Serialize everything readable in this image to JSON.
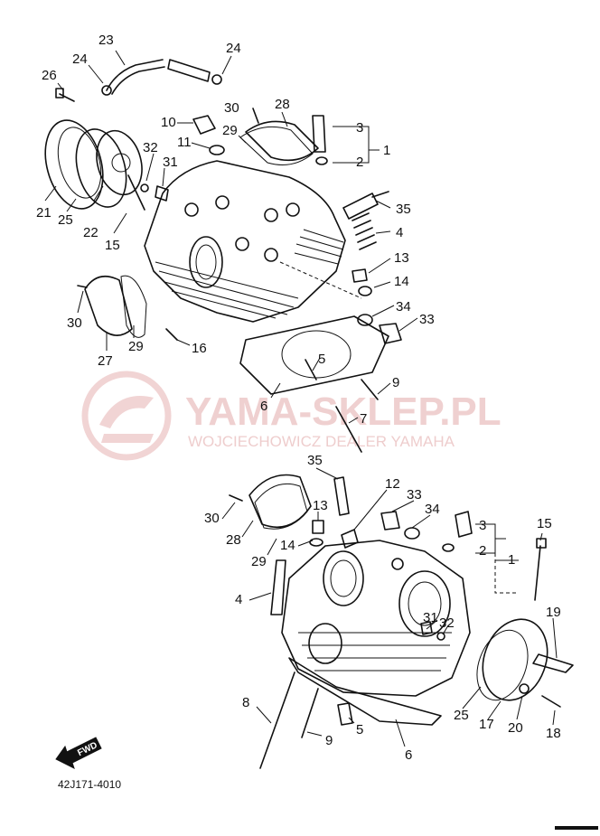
{
  "diagram": {
    "part_code": "42J171-4010",
    "forward_arrow_label": "FWD",
    "watermark": {
      "brand": "YAMA-SKLEP.PL",
      "subtitle": "WOJCIECHOWICZ DEALER YAMAHA"
    },
    "callouts": [
      "23",
      "24",
      "24",
      "26",
      "30",
      "28",
      "10",
      "29",
      "3",
      "11",
      "2",
      "1",
      "32",
      "31",
      "21",
      "25",
      "22",
      "15",
      "35",
      "4",
      "13",
      "14",
      "30",
      "29",
      "27",
      "16",
      "34",
      "33",
      "5",
      "6",
      "9",
      "7",
      "35",
      "12",
      "30",
      "13",
      "33",
      "34",
      "3",
      "15",
      "28",
      "14",
      "2",
      "1",
      "29",
      "4",
      "31",
      "32",
      "19",
      "8",
      "25",
      "17",
      "20",
      "18",
      "5",
      "9",
      "6"
    ]
  },
  "colors": {
    "ink": "#111111",
    "paper": "#ffffff",
    "watermark": "#e8b8b8"
  }
}
